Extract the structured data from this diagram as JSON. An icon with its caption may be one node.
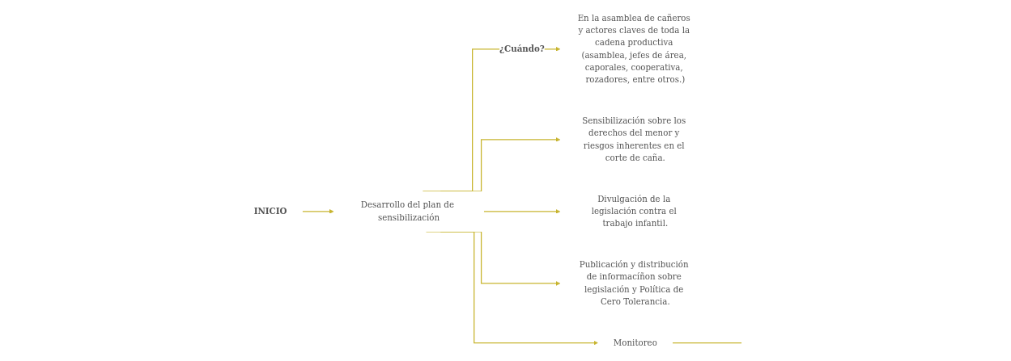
{
  "diagram": {
    "nodes": [
      {
        "text": [
          "INICIO"
        ]
      },
      {
        "text": [
          "Desarrollo del plan de sensibilización"
        ]
      },
      {
        "text": [
          "En la asamblea de cañeros y actores claves de toda la cadena productiva (asamblea, jefes de área, caporales, cooperativa, rozadores, entre otros.)"
        ]
      },
      {
        "text": [
          "Sensibilización sobre los derechos del menor y riesgos inherentes en el corte de caña."
        ]
      },
      {
        "text": [
          "Divulgación de la legislación contra el trabajo infantil."
        ]
      },
      {
        "text": [
          "Publicación y distribución de informacíñon sobre legislación y Política de Cero Tolerancia."
        ]
      },
      {
        "text": [
          "Monitoreo"
        ]
      }
    ],
    "edges": [
      {
        "from": 0,
        "to": 1,
        "arrow": "to"
      },
      {
        "from": 1,
        "to": 2,
        "arrow": "to",
        "label": "¿Cuándo?"
      },
      {
        "from": 1,
        "to": 3,
        "arrow": "to"
      },
      {
        "from": 1,
        "to": 4,
        "arrow": "to"
      },
      {
        "from": 1,
        "to": 5,
        "arrow": "to"
      },
      {
        "from": 1,
        "to": 6,
        "arrow": "to"
      },
      {
        "from": 6,
        "to": null,
        "arrow": "none"
      }
    ]
  }
}
